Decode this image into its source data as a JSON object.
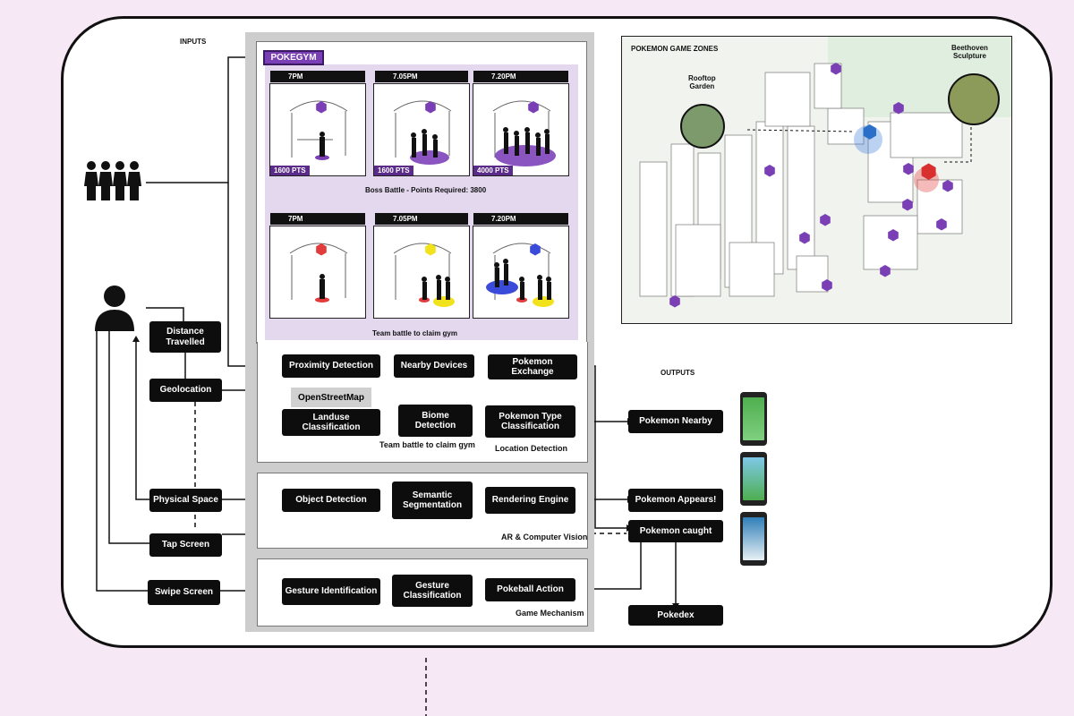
{
  "inputs_label": "INPUTS",
  "outputs_label": "OUTPUTS",
  "pokegym": {
    "title": "POKEGYM",
    "row1_times": [
      "7PM",
      "7.05PM",
      "7.20PM"
    ],
    "row1_points": [
      "1600 PTS",
      "1600 PTS",
      "4000 PTS"
    ],
    "row1_caption": "Boss Battle - Points Required: 3800",
    "row2_times": [
      "7PM",
      "7.05PM",
      "7.20PM"
    ],
    "row2_caption": "Team battle to claim gym",
    "pin_colors": {
      "purple": "#7a3fb5",
      "red": "#e23b3b",
      "yellow": "#f1e21b",
      "blue": "#3b4bd9"
    }
  },
  "map": {
    "title": "POKEMON GAME ZONES",
    "rooftop": "Rooftop\nGarden",
    "beethoven": "Beethoven\nSculpture"
  },
  "inputs": {
    "distance": "Distance\nTravelled",
    "geolocation": "Geolocation",
    "physical": "Physical Space",
    "tap": "Tap Screen",
    "swipe": "Swipe Screen"
  },
  "location_row1": {
    "proximity": "Proximity Detection",
    "nearby": "Nearby Devices",
    "exchange": "Pokemon Exchange"
  },
  "location_row2": {
    "osm": "OpenStreetMap",
    "landuse": "Landuse Classification",
    "biome": "Biome\nDetection",
    "type": "Pokemon Type\nClassification",
    "sub": "Team battle to claim gym",
    "panel_label": "Location Detection"
  },
  "ar": {
    "object": "Object Detection",
    "semantic": "Semantic\nSegmentation",
    "rendering": "Rendering Engine",
    "panel_label": "AR & Computer Vision"
  },
  "game": {
    "gesture_id": "Gesture Identification",
    "gesture_cls": "Gesture\nClassification",
    "pokeball": "Pokeball Action",
    "panel_label": "Game Mechanism"
  },
  "outputs": {
    "nearby": "Pokemon Nearby",
    "appears": "Pokemon Appears!",
    "caught": "Pokemon caught",
    "pokedex": "Pokedex"
  }
}
